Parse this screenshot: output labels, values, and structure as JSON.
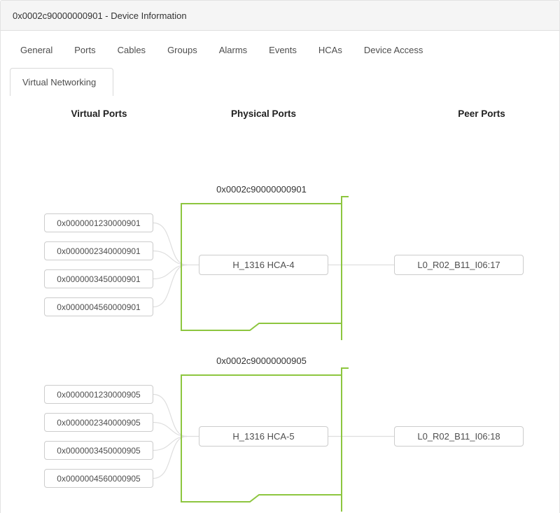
{
  "header": {
    "title": "0x0002c90000000901 - Device Information"
  },
  "tabs": {
    "items": [
      "General",
      "Ports",
      "Cables",
      "Groups",
      "Alarms",
      "Events",
      "HCAs",
      "Device Access"
    ],
    "active_secondary": "Virtual Networking"
  },
  "diagram": {
    "column_headers": [
      "Virtual Ports",
      "Physical Ports",
      "Peer Ports"
    ],
    "groups": [
      {
        "device_guid": "0x0002c90000000901",
        "virtual_ports": [
          "0x0000001230000901",
          "0x0000002340000901",
          "0x0000003450000901",
          "0x0000004560000901"
        ],
        "physical_port": "H_1316 HCA-4",
        "peer_port": "L0_R02_B11_I06:17"
      },
      {
        "device_guid": "0x0002c90000000905",
        "virtual_ports": [
          "0x0000001230000905",
          "0x0000002340000905",
          "0x0000003450000905",
          "0x0000004560000905"
        ],
        "physical_port": "H_1316 HCA-5",
        "peer_port": "L0_R02_B11_I06:18"
      }
    ]
  },
  "colors": {
    "accent_green": "#8DC63F",
    "link_gray": "#dedede"
  }
}
